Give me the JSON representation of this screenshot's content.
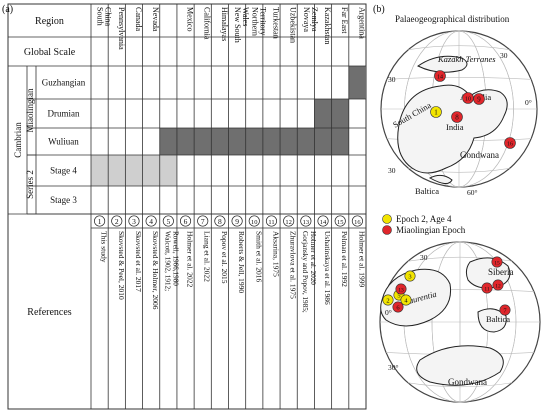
{
  "panel_a_label": "(a)",
  "panel_b_label": "(b)",
  "region_header": "Region",
  "global_scale_header": "Global Scale",
  "references_header": "References",
  "cambrian_label": "Cambrian",
  "series": [
    {
      "key": "miaolingian",
      "label": "Miaolingian"
    },
    {
      "key": "series2",
      "label": "Series 2"
    }
  ],
  "stages": [
    {
      "key": "guzhangian",
      "label": "Guzhangian"
    },
    {
      "key": "drumian",
      "label": "Drumian"
    },
    {
      "key": "wuliuan",
      "label": "Wuliuan"
    },
    {
      "key": "stage4",
      "label": "Stage 4"
    },
    {
      "key": "stage3",
      "label": "Stage 3"
    }
  ],
  "columns": [
    {
      "region": "South China",
      "num": "1",
      "ref": "This study"
    },
    {
      "region": "Pennsylvania",
      "num": "2",
      "ref": "Skovsted & Peel, 2010"
    },
    {
      "region": "Canada",
      "num": "3",
      "ref": "Skovsted et al. 2017"
    },
    {
      "region": "Nevada",
      "num": "4",
      "ref": "Skovsted & Holmer, 2006"
    },
    {
      "region": "",
      "num": "5",
      "ref": "Walcott, 1902, 1912;Rowell, 1966,1980"
    },
    {
      "region": "Mexico",
      "num": "6",
      "ref": "Holmer et al. 2022"
    },
    {
      "region": "California",
      "num": "7",
      "ref": "Liang et al. 2022"
    },
    {
      "region": "Himalayas",
      "num": "8",
      "ref": "Popov et al. 2015"
    },
    {
      "region": "New South Wales",
      "num": "9",
      "ref": "Roberts & Jell, 1990"
    },
    {
      "region": "Northern Territory",
      "num": "10",
      "ref": "Smith et al. 2016"
    },
    {
      "region": "Turkestan",
      "num": "11",
      "ref": "Aksarina, 1975"
    },
    {
      "region": "Uzbekistan",
      "num": "12",
      "ref": "Zhuravlova et al. 1975"
    },
    {
      "region": "Novaya Zemlya",
      "num": "13",
      "ref": "Gorjansky and Popov, 1985; Holmer et al. 2020"
    },
    {
      "region": "Kazakhstan",
      "num": "14",
      "ref": "Ushatinskaya et al. 1986"
    },
    {
      "region": "Far East",
      "num": "15",
      "ref": "Pelman et al. 1992"
    },
    {
      "region": "Argentina",
      "num": "16",
      "ref": "Holmer et al. 1999"
    }
  ],
  "occurrence_bars": [
    {
      "stage": "guzhangian",
      "from_col": 16,
      "to_col": 16,
      "shade": "dark"
    },
    {
      "stage": "drumian",
      "from_col": 14,
      "to_col": 15,
      "shade": "dark"
    },
    {
      "stage": "wuliuan",
      "from_col": 5,
      "to_col": 15,
      "shade": "dark"
    },
    {
      "stage": "stage4",
      "from_col": 1,
      "to_col": 5,
      "shade": "light"
    }
  ],
  "colors": {
    "dark_bar": "#6f6f6f",
    "light_bar": "#cfcfcf",
    "epoch2": "#f2e400",
    "miaolingian": "#e0262b",
    "grid": "#333333"
  },
  "panel_b": {
    "title": "Palaeogeographical distribution",
    "legend": [
      {
        "label": "Epoch 2, Age 4",
        "color": "#f2e400"
      },
      {
        "label": "Miaolingian Epoch",
        "color": "#e0262b"
      }
    ],
    "globe1": {
      "labels": [
        "Kazakh Terranes",
        "Australia",
        "South China",
        "India",
        "Gondwana",
        "Baltica"
      ],
      "lat_labels": [
        "30",
        "0°",
        "30",
        "60°",
        "30"
      ],
      "markers": [
        {
          "num": "14",
          "color": "red"
        },
        {
          "num": "1",
          "color": "yellow"
        },
        {
          "num": "10",
          "color": "red"
        },
        {
          "num": "9",
          "color": "red"
        },
        {
          "num": "8",
          "color": "red"
        },
        {
          "num": "16",
          "color": "red"
        }
      ]
    },
    "globe2": {
      "labels": [
        "Siberia",
        "Laurentia",
        "Baltica",
        "Gondwana"
      ],
      "lat_labels": [
        "30",
        "0°",
        "30°"
      ],
      "markers": [
        {
          "num": "15",
          "color": "red"
        },
        {
          "num": "11",
          "color": "red"
        },
        {
          "num": "12",
          "color": "red"
        },
        {
          "num": "3",
          "color": "yellow"
        },
        {
          "num": "2",
          "color": "yellow"
        },
        {
          "num": "5",
          "color": "yellow"
        },
        {
          "num": "4",
          "color": "yellow"
        },
        {
          "num": "6",
          "color": "red"
        },
        {
          "num": "13",
          "color": "red"
        },
        {
          "num": "7",
          "color": "red"
        }
      ]
    }
  }
}
